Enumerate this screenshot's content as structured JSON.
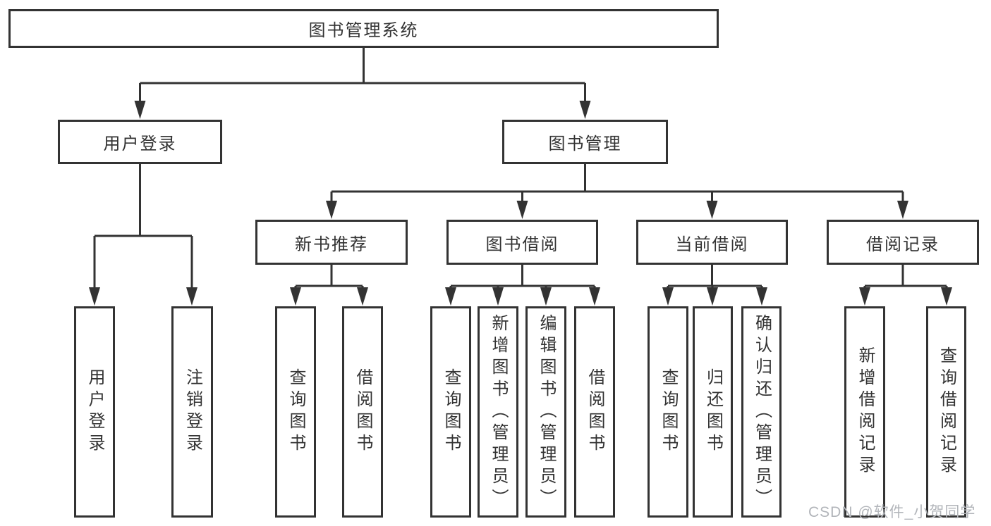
{
  "tree": {
    "label": "图书管理系统",
    "children": [
      {
        "label": "用户登录",
        "children": [
          {
            "label": "用户登录"
          },
          {
            "label": "注销登录"
          }
        ]
      },
      {
        "label": "图书管理",
        "children": [
          {
            "label": "新书推荐",
            "children": [
              {
                "label": "查询图书"
              },
              {
                "label": "借阅图书"
              }
            ]
          },
          {
            "label": "图书借阅",
            "children": [
              {
                "label": "查询图书"
              },
              {
                "label": "新增图书（管理员）"
              },
              {
                "label": "编辑图书（管理员）"
              },
              {
                "label": "借阅图书"
              }
            ]
          },
          {
            "label": "当前借阅",
            "children": [
              {
                "label": "查询图书"
              },
              {
                "label": "归还图书"
              },
              {
                "label": "确认归还（管理员）"
              }
            ]
          },
          {
            "label": "借阅记录",
            "children": [
              {
                "label": "新增借阅记录"
              },
              {
                "label": "查询借阅记录"
              }
            ]
          }
        ]
      }
    ]
  },
  "watermark": "CSDN @软件_小贺同学",
  "colors": {
    "line": "#333333",
    "box_border": "#333333",
    "box_fill": "#ffffff",
    "text": "#333333",
    "watermark": "#b2b5ba"
  }
}
